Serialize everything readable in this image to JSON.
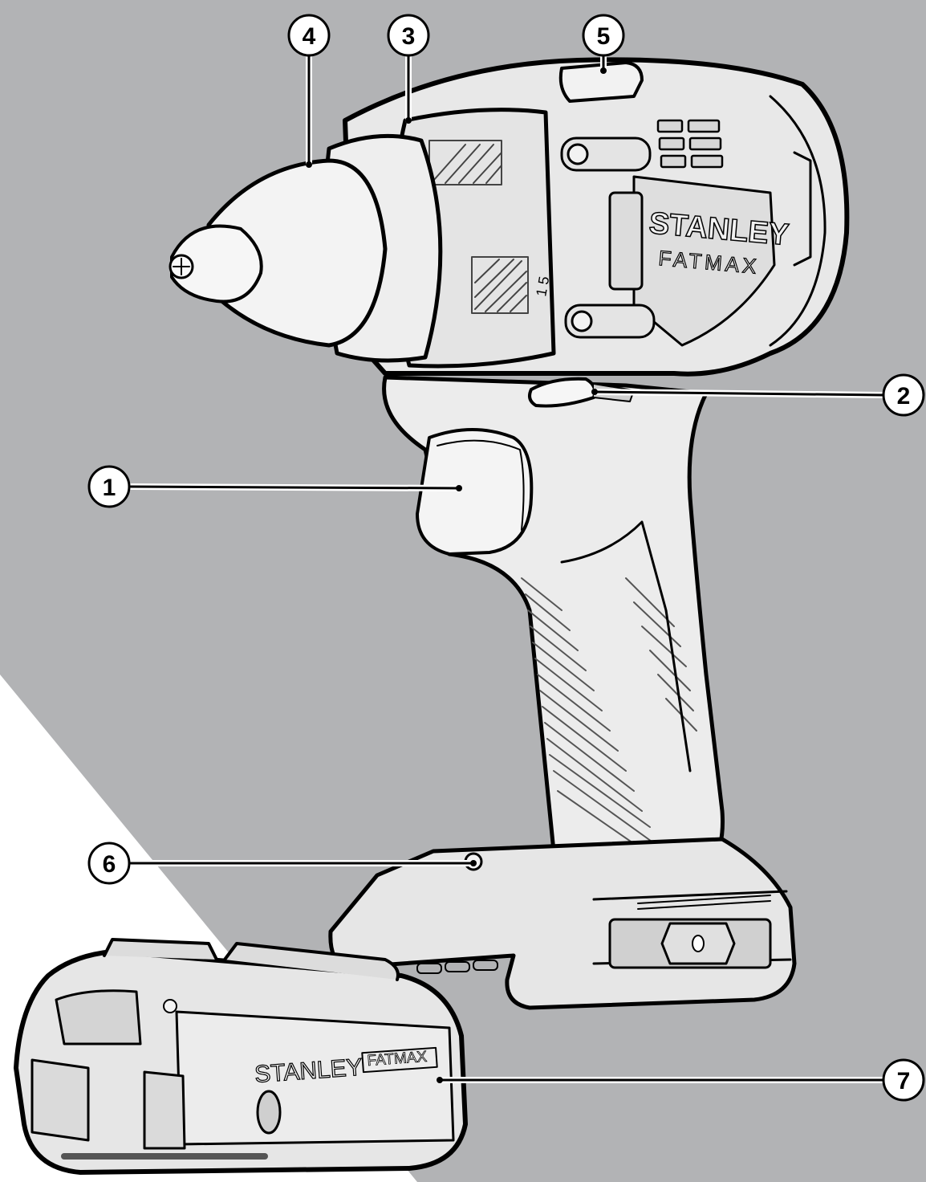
{
  "figure": {
    "background_color": "#b2b3b5",
    "corner_color": "#ffffff",
    "outline_color": "#000000",
    "body_color": "#ececec"
  },
  "brand": {
    "drill_brand": "STANLEY",
    "drill_subbrand": "FATMAX",
    "battery_brand": "STANLEY",
    "battery_subbrand": "FATMAX"
  },
  "callouts": [
    {
      "id": "1",
      "label": "1",
      "part": "trigger"
    },
    {
      "id": "2",
      "label": "2",
      "part": "direction-switch"
    },
    {
      "id": "3",
      "label": "3",
      "part": "torque-collar"
    },
    {
      "id": "4",
      "label": "4",
      "part": "chuck"
    },
    {
      "id": "5",
      "label": "5",
      "part": "gear-selector"
    },
    {
      "id": "6",
      "label": "6",
      "part": "battery-release"
    },
    {
      "id": "7",
      "label": "7",
      "part": "battery-pack"
    }
  ]
}
